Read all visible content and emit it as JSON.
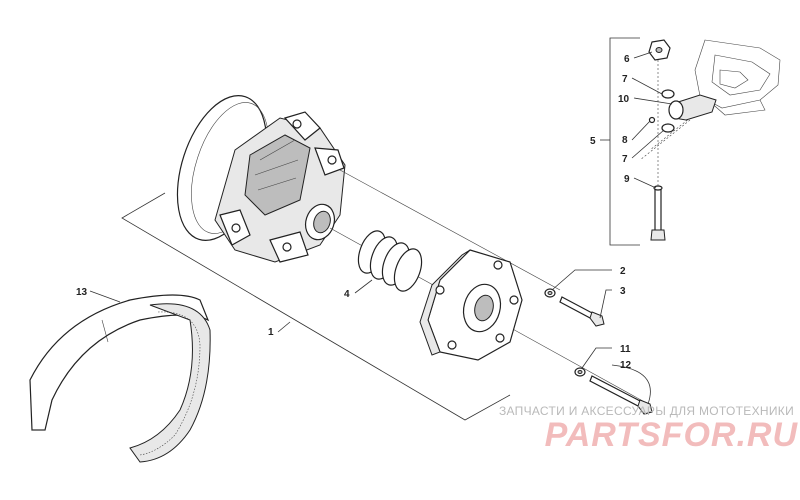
{
  "callouts": {
    "c1": "1",
    "c2": "2",
    "c3": "3",
    "c4": "4",
    "c5": "5",
    "c6": "6",
    "c7a": "7",
    "c7b": "7",
    "c8": "8",
    "c9": "9",
    "c10": "10",
    "c11": "11",
    "c12": "12",
    "c13": "13"
  },
  "watermark": {
    "caption": "ЗАПЧАСТИ И АКСЕССУАРЫ ДЛЯ МОТОТЕХНИКИ",
    "logo": "PARTSFOR.RU"
  },
  "colors": {
    "line": "#333333",
    "watermark_text": "#b9b9b9",
    "watermark_logo": "#f2bcbc"
  }
}
